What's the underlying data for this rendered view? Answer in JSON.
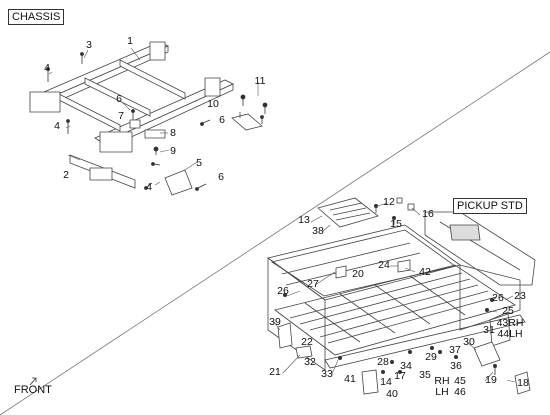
{
  "sections": {
    "chassis": "CHASSIS",
    "pickup": "PICKUP STD"
  },
  "front_label": "FRONT",
  "chassis_callouts": [
    "1",
    "2",
    "3",
    "4",
    "4",
    "4",
    "5",
    "6",
    "6",
    "6",
    "7",
    "8",
    "9",
    "10",
    "11"
  ],
  "pickup_callouts": [
    "12",
    "13",
    "14",
    "15",
    "16",
    "17",
    "18",
    "19",
    "20",
    "21",
    "22",
    "23",
    "24",
    "25",
    "26",
    "26",
    "27",
    "28",
    "29",
    "30",
    "31",
    "32",
    "33",
    "34",
    "35",
    "36",
    "37",
    "38",
    "39",
    "40",
    "41",
    "42",
    "43RH",
    "44LH",
    "45",
    "46",
    "RH",
    "LH"
  ]
}
